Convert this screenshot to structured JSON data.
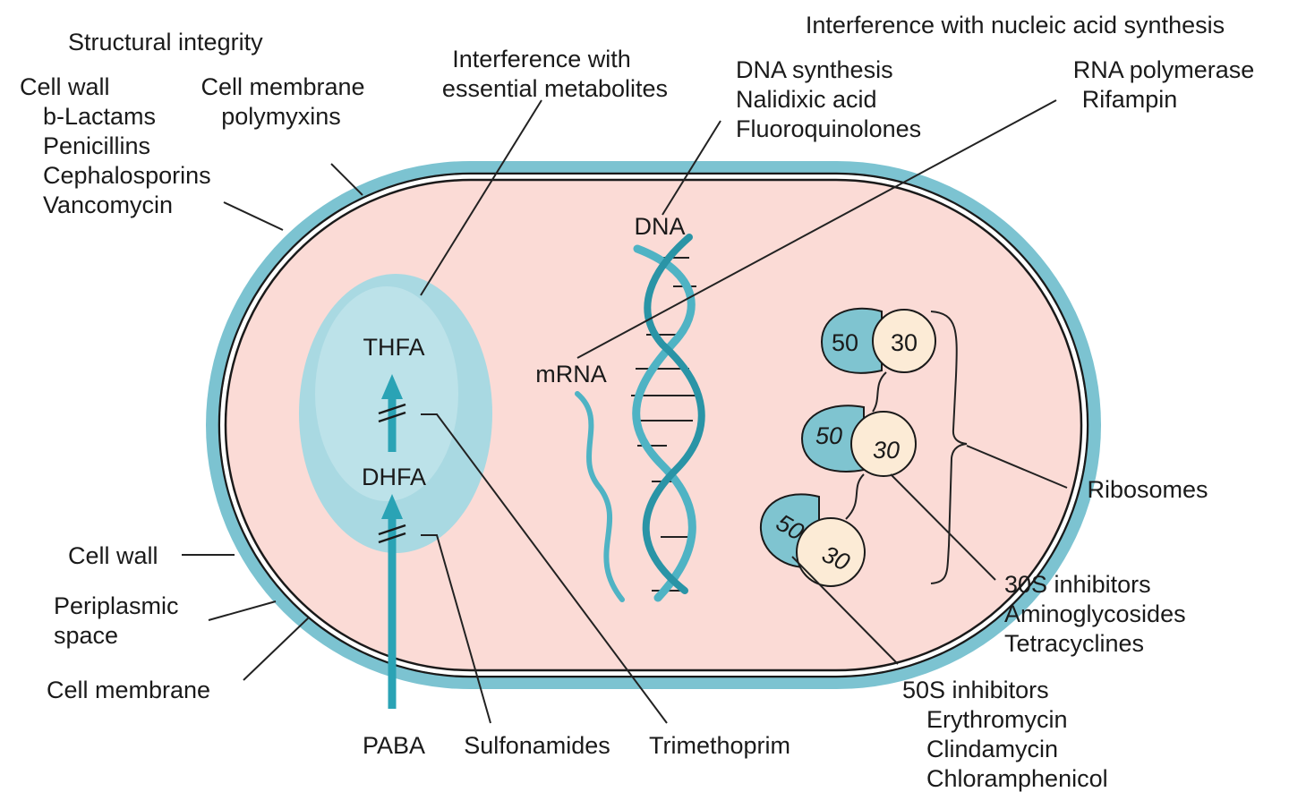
{
  "colors": {
    "cell_wall": "#7cc3d1",
    "cytoplasm": "#fbdbd6",
    "membrane_line": "#1a1a1a",
    "vesicle": "#a9d9e2",
    "pathway_arrow": "#2aa3b5",
    "ribosome_50": "#7fc4d0",
    "ribosome_30": "#fcebd6",
    "dna_strand": "#4fb3c4"
  },
  "labels": {
    "structural_integrity": "Structural integrity",
    "cell_wall_group": [
      "Cell wall",
      "b-Lactams",
      "Penicillins",
      "Cephalosporins",
      "Vancomycin"
    ],
    "cell_membrane_group": [
      "Cell membrane",
      "polymyxins"
    ],
    "metabolites": [
      "Interference with",
      "essential metabolites"
    ],
    "nucleic_acid_title": "Interference with nucleic acid synthesis",
    "dna_synthesis_group": [
      "DNA synthesis",
      "Nalidixic acid",
      "Fluoroquinolones"
    ],
    "rna_group": [
      "RNA polymerase",
      "Rifampin"
    ],
    "dna": "DNA",
    "mrna": "mRNA",
    "thfa": "THFA",
    "dhfa": "DHFA",
    "paba": "PABA",
    "sulfonamides": "Sulfonamides",
    "trimethoprim": "Trimethoprim",
    "cell_wall": "Cell wall",
    "periplasmic": [
      "Periplasmic",
      "space"
    ],
    "cell_membrane": "Cell membrane",
    "ribosomes": "Ribosomes",
    "inhib_30s": [
      "30S inhibitors",
      "Aminoglycosides",
      "Tetracyclines"
    ],
    "inhib_50s": [
      "50S inhibitors",
      "Erythromycin",
      "Clindamycin",
      "Chloramphenicol"
    ]
  },
  "ribosome_units": [
    {
      "large": "50",
      "small": "30"
    },
    {
      "large": "50",
      "small": "30"
    },
    {
      "large": "50",
      "small": "30"
    }
  ]
}
